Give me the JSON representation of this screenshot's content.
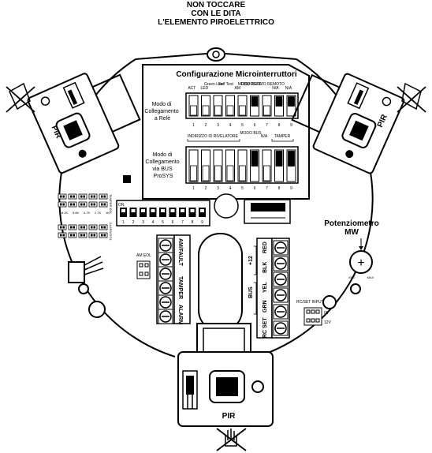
{
  "warning": {
    "line1": "NON TOCCARE",
    "line2": "CON LE DITA",
    "line3": "L'ELEMENTO PIROELETTRICO"
  },
  "config": {
    "title": "Configurazione Microinterruttori",
    "relay_header": [
      "ACT",
      "LED",
      "Green Line",
      "Self Test",
      "AM",
      "MODO RELE'",
      "DISPOSITIVO REMOTO",
      "N/A",
      "N/A"
    ],
    "relay_label": [
      "Modo di",
      "Collegamento",
      "a Relè"
    ],
    "relay_numbers": [
      "1",
      "2",
      "3",
      "4",
      "5",
      "6",
      "7",
      "8",
      "9"
    ],
    "relay_switch_on": [
      false,
      false,
      false,
      false,
      false,
      true,
      false,
      true,
      true
    ],
    "bus_header_group": "INDIRIZZO ID RIVELATORE",
    "bus_header_mode": "MODO BUS",
    "bus_header_na": "N/A",
    "bus_header_tamper": "TAMPER",
    "bus_label": [
      "Modo di",
      "Collegamento",
      "via BUS",
      "ProSYS"
    ],
    "bus_numbers": [
      "1",
      "2",
      "3",
      "4",
      "5",
      "6",
      "7",
      "8",
      "9"
    ],
    "bus_switch_on": [
      false,
      false,
      false,
      false,
      false,
      true,
      false,
      true,
      true
    ]
  },
  "dip": {
    "on_label": "ON",
    "numbers": [
      "1",
      "2",
      "3",
      "4",
      "5",
      "6",
      "7",
      "8",
      "9"
    ]
  },
  "resistors": {
    "labels": [
      "8.2K",
      "5.6K",
      "4.7K",
      "2.7K",
      "1K"
    ],
    "tamper_label": "TAMPER EOL",
    "alarm_label": "ALARM EOL"
  },
  "potentiometer": {
    "title_line1": "Potenziometro",
    "title_line2": "MW",
    "min": "MIN",
    "max": "MAX",
    "plus": "+"
  },
  "terminals_left": {
    "am_eol": "AM EOL",
    "labels": [
      "AM/FAULT",
      "TAMPER",
      "ALARM"
    ]
  },
  "terminals_right": {
    "red": "RED",
    "blk": "BLK",
    "plus12": "+12",
    "yel": "YEL",
    "grn": "GRN",
    "bus": "BUS",
    "set": "SET",
    "rc": "RC",
    "rcset_input": "RC/SET INPUT",
    "zero_v": "0V",
    "twelve_v": "12V"
  },
  "pir": {
    "left": "PIR",
    "right": "PIR",
    "bottom": "PIR"
  }
}
